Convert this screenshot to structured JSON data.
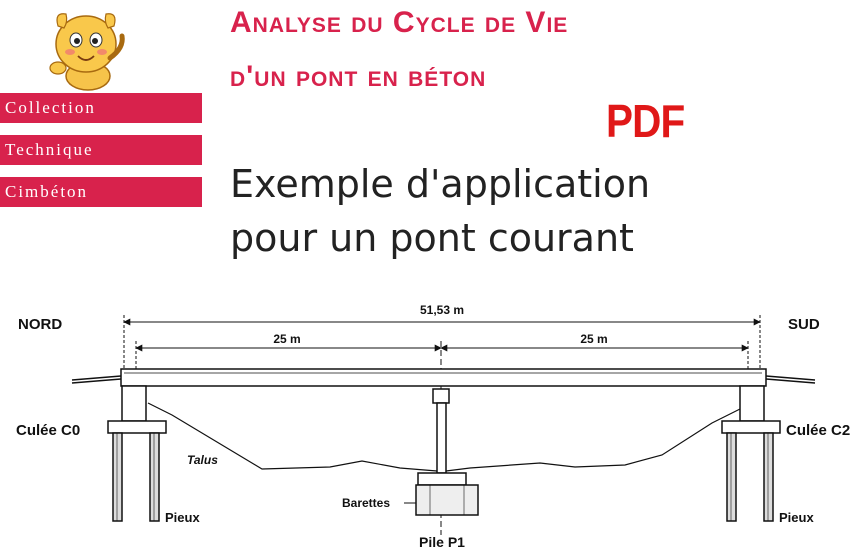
{
  "header": {
    "title_line1": "Analyse du Cycle de Vie",
    "title_line2": "d'un pont en béton",
    "badge": "PDF",
    "subtitle_line1": "Exemple d'application",
    "subtitle_line2": "pour un pont courant"
  },
  "collection": {
    "items": [
      "Collection",
      "Technique",
      "Cimbéton"
    ]
  },
  "colors": {
    "accent": "#d8224c",
    "badge": "#e01818"
  },
  "drawing": {
    "north": "NORD",
    "south": "SUD",
    "total_span": "51,53 m",
    "span_left": "25 m",
    "span_right": "25 m",
    "abutment_left": "Culée C0",
    "abutment_right": "Culée C2",
    "talus": "Talus",
    "piles_left": "Pieux",
    "piles_right": "Pieux",
    "barrettes": "Barettes",
    "pier": "Pile P1"
  }
}
